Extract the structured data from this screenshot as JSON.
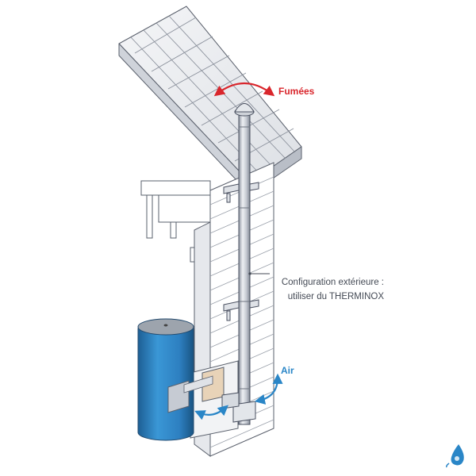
{
  "labels": {
    "smoke": "Fumées",
    "air": "Air",
    "config_line1": "Configuration extérieure :",
    "config_line2": "utiliser du THERMINOX"
  },
  "icons": {
    "smoke_arrow": "curved-double-arrow-icon",
    "air_arrow": "curved-double-arrow-icon",
    "logo": "water-drop-logo"
  },
  "colors": {
    "smoke": "#d9262c",
    "air": "#2a86c7",
    "boiler": "#2d7fc0",
    "flue": "#c6cbd3",
    "outline": "#4a5060",
    "annotation": "#444a55"
  }
}
